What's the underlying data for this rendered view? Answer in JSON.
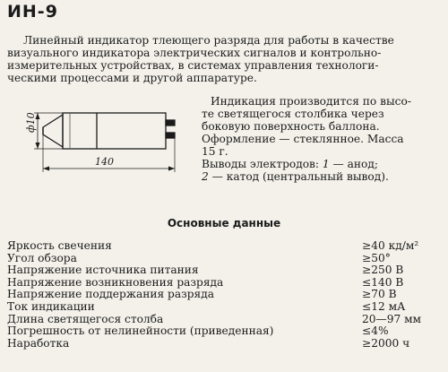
{
  "title": "ИН-9",
  "intro": [
    "Линейный индикатор тлеющего разряда для работы в качестве",
    "визуального индикатора электрических сигналов и контрольно-",
    "измерительных устройствах, в системах управления технологи-",
    "ческими процессами и другой аппаратуре."
  ],
  "drawing": {
    "diameter_label": "ф10",
    "length_label": "140"
  },
  "side_text": {
    "l1": "Индикация производится по высо-",
    "l2": "те светящегося столбика через",
    "l3": "боковую поверхность баллона.",
    "l4": "Оформление — стеклянное. Масса",
    "l5": "15 г.",
    "l6_a": "Выводы электродов: ",
    "l6_b": "1",
    "l6_c": " — анод;",
    "l7_a": "2",
    "l7_b": " — катод (центральный вывод)."
  },
  "heading": "Основные данные",
  "specs": [
    {
      "label": "Яркость свечения",
      "value": "≥40 кд/м²"
    },
    {
      "label": "Угол обзора",
      "value": "≥50°"
    },
    {
      "label": "Напряжение источника питания",
      "value": "≥250 В"
    },
    {
      "label": "Напряжение возникновения разряда",
      "value": "≤140 В"
    },
    {
      "label": "Напряжение поддержания разряда",
      "value": "≥70 В"
    },
    {
      "label": "Ток индикации",
      "value": "≤12 мА"
    },
    {
      "label": "Длина светящегося столба",
      "value": "20—97 мм"
    },
    {
      "label": "Погрешность от нелинейности (приведенная)",
      "value": "≤4%"
    },
    {
      "label": "Наработка",
      "value": "≥2000 ч"
    }
  ]
}
